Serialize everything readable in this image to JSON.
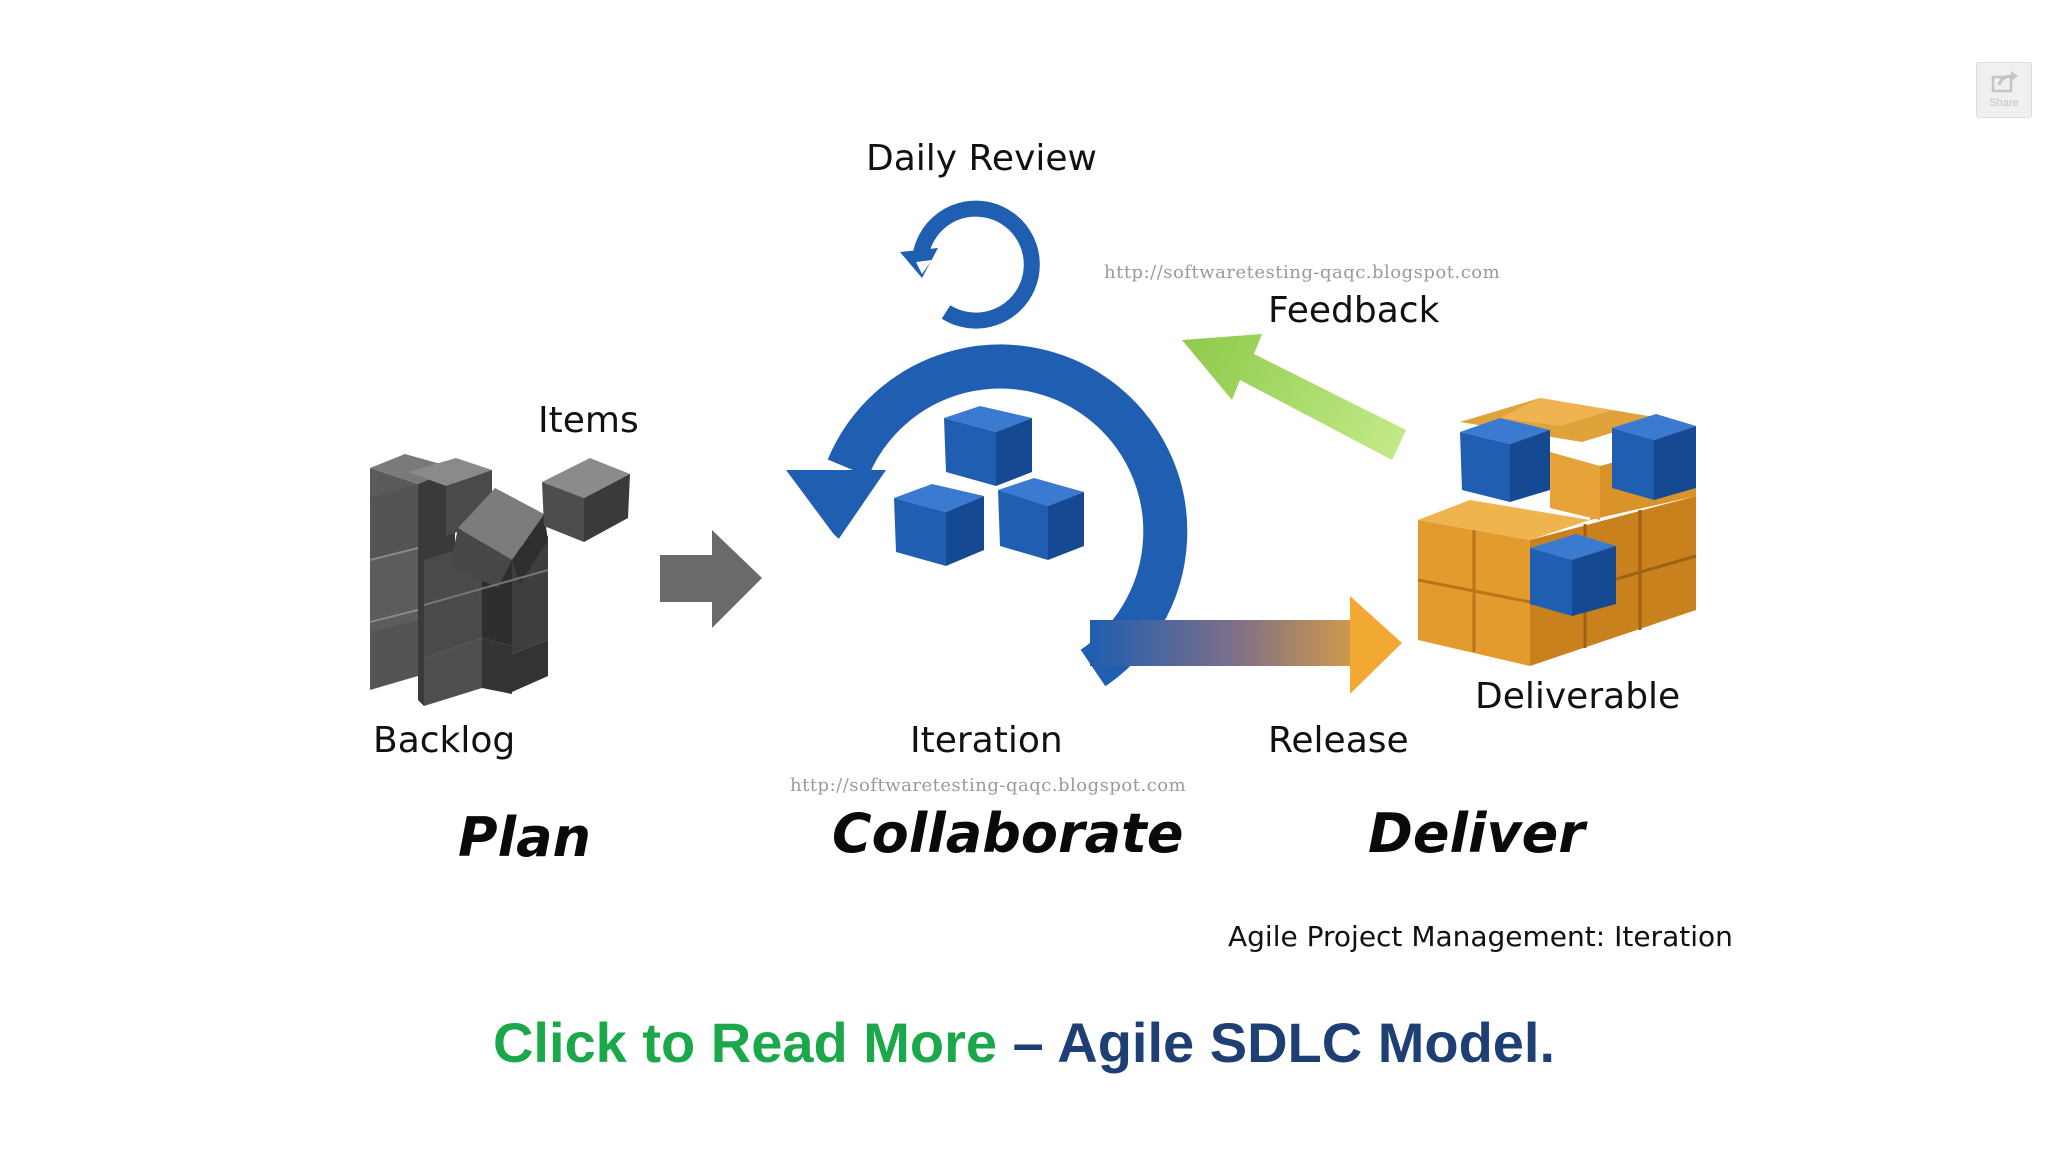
{
  "diagram": {
    "labels": {
      "daily_review": "Daily Review",
      "feedback": "Feedback",
      "items": "Items",
      "backlog": "Backlog",
      "iteration": "Iteration",
      "release": "Release",
      "deliverable": "Deliverable"
    },
    "stages": {
      "plan": "Plan",
      "collaborate": "Collaborate",
      "deliver": "Deliver"
    },
    "watermark": "http://softwaretesting-qaqc.blogspot.com",
    "caption": "Agile Project Management: Iteration"
  },
  "cta": {
    "link_text": "Click to Read More",
    "dash": " – ",
    "title": "Agile SDLC Model",
    "period": "."
  },
  "share": {
    "label": "Share",
    "icon": "share-icon"
  },
  "colors": {
    "blue": "#1f5eb0",
    "orange": "#f2a933",
    "green_arrow": "#a7d96a",
    "gray_cube": "#5f5f5f",
    "cta_green": "#1aa84a",
    "cta_blue": "#1e3f73"
  }
}
